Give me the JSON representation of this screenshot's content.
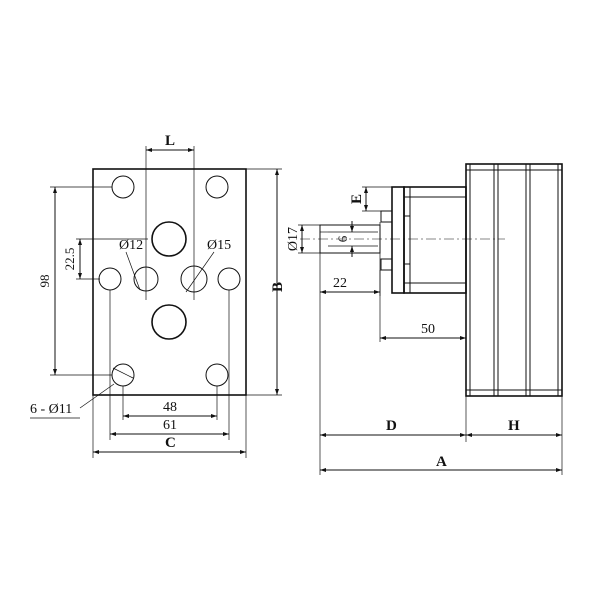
{
  "labels": {
    "L": "L",
    "B": "B",
    "C": "C",
    "D": "D",
    "H": "H",
    "A": "A",
    "E": "E",
    "d12": "Ø12",
    "d15": "Ø15",
    "d17": "Ø17",
    "v98": "98",
    "v22_5": "22.5",
    "v6": "6",
    "v22": "22",
    "v50": "50",
    "v48": "48",
    "v61": "61",
    "holes": "6 - Ø11"
  }
}
